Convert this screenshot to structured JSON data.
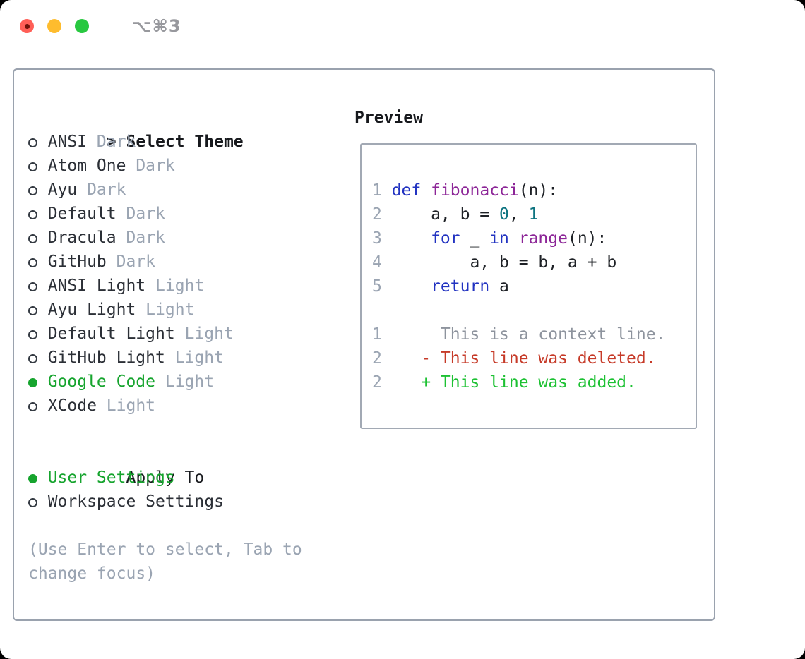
{
  "window": {
    "title_shortcut": "⌥⌘3"
  },
  "colors": {
    "close_red": "#ff5f57",
    "close_dot": "#701209",
    "minimize_yellow": "#febc2e",
    "zoom_green": "#28c840",
    "title_gray": "#97989d",
    "panel_border": "#9aa2ae",
    "box_border": "#a2a9b4",
    "ink": "#17191d",
    "item_ink": "#2b2f36",
    "code_ink": "#1e2126",
    "muted": "#9aa4b2",
    "linenum_gray": "#9aa4b2",
    "context_gray": "#8d939d",
    "selected_green": "#16a42e",
    "added_green": "#1dc133",
    "deleted_red": "#c63a28",
    "keyword_blue": "#2233c1",
    "function_purple": "#8c2597",
    "number_teal": "#0e7480",
    "circle_stroke": "#343a42"
  },
  "theme_panel": {
    "header": {
      "cursor": ">",
      "label": "Select Theme"
    },
    "themes": [
      {
        "name": "ANSI",
        "variant": "Dark",
        "selected": false
      },
      {
        "name": "Atom One",
        "variant": "Dark",
        "selected": false
      },
      {
        "name": "Ayu",
        "variant": "Dark",
        "selected": false
      },
      {
        "name": "Default",
        "variant": "Dark",
        "selected": false
      },
      {
        "name": "Dracula",
        "variant": "Dark",
        "selected": false
      },
      {
        "name": "GitHub",
        "variant": "Dark",
        "selected": false
      },
      {
        "name": "ANSI Light",
        "variant": "Light",
        "selected": false
      },
      {
        "name": "Ayu Light",
        "variant": "Light",
        "selected": false
      },
      {
        "name": "Default Light",
        "variant": "Light",
        "selected": false
      },
      {
        "name": "GitHub Light",
        "variant": "Light",
        "selected": false
      },
      {
        "name": "Google Code",
        "variant": "Light",
        "selected": true
      },
      {
        "name": "XCode",
        "variant": "Light",
        "selected": false
      }
    ],
    "apply_to": {
      "label": "Apply To",
      "options": [
        {
          "label": "User Settings",
          "selected": true
        },
        {
          "label": "Workspace Settings",
          "selected": false
        }
      ]
    },
    "hint_lines": [
      "(Use Enter to select, Tab to",
      "change focus)"
    ]
  },
  "preview": {
    "label": "Preview",
    "code_lines": [
      {
        "num": "1",
        "segments": [
          {
            "t": "def",
            "c": "kw"
          },
          {
            "t": " ",
            "c": "pl"
          },
          {
            "t": "fibonacci",
            "c": "fn"
          },
          {
            "t": "(n):",
            "c": "pl"
          }
        ]
      },
      {
        "num": "2",
        "segments": [
          {
            "t": "    a, b = ",
            "c": "pl"
          },
          {
            "t": "0",
            "c": "nu"
          },
          {
            "t": ", ",
            "c": "pl"
          },
          {
            "t": "1",
            "c": "nu"
          }
        ]
      },
      {
        "num": "3",
        "segments": [
          {
            "t": "    ",
            "c": "pl"
          },
          {
            "t": "for",
            "c": "kw"
          },
          {
            "t": " _ ",
            "c": "pl"
          },
          {
            "t": "in",
            "c": "kw"
          },
          {
            "t": " ",
            "c": "pl"
          },
          {
            "t": "range",
            "c": "fn"
          },
          {
            "t": "(n):",
            "c": "pl"
          }
        ]
      },
      {
        "num": "4",
        "segments": [
          {
            "t": "        a, b = b, a + b",
            "c": "pl"
          }
        ]
      },
      {
        "num": "5",
        "segments": [
          {
            "t": "    ",
            "c": "pl"
          },
          {
            "t": "return",
            "c": "kw"
          },
          {
            "t": " a",
            "c": "pl"
          }
        ]
      }
    ],
    "diff_lines": [
      {
        "num": "1",
        "marker": " ",
        "text": "This is a context line.",
        "kind": "context"
      },
      {
        "num": "2",
        "marker": "-",
        "text": "This line was deleted.",
        "kind": "deleted"
      },
      {
        "num": "2",
        "marker": "+",
        "text": "This line was added.",
        "kind": "added"
      }
    ]
  }
}
